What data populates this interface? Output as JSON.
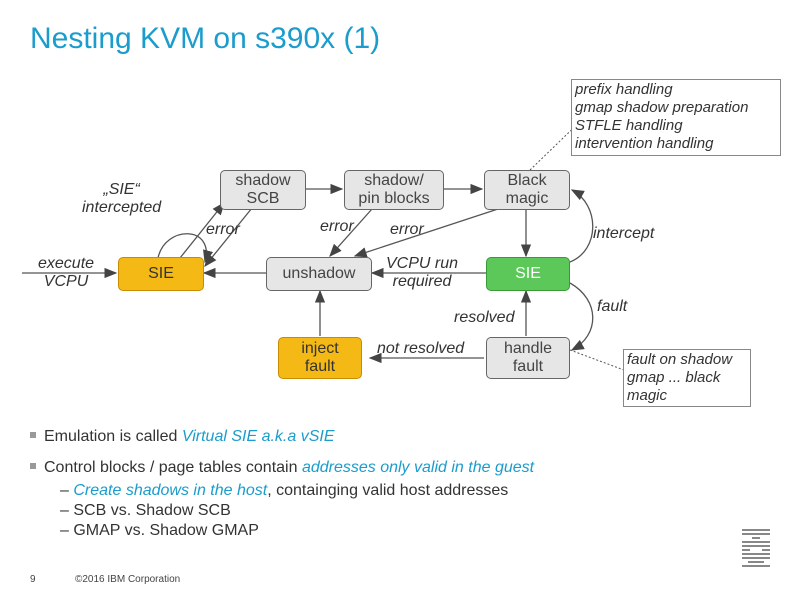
{
  "title": "Nesting KVM on s390x (1)",
  "diagram": {
    "nodes": {
      "sie_left": "SIE",
      "shadow_scb": "shadow\nSCB",
      "shadow_pin": "shadow/\npin blocks",
      "black_magic": "Black\nmagic",
      "unshadow": "unshadow",
      "sie_right": "SIE",
      "inject_fault": "inject\nfault",
      "handle_fault": "handle\nfault"
    },
    "edge_labels": {
      "execute_vcpu": "execute\nVCPU",
      "sie_intercepted": "„SIE“\nintercepted",
      "error1": "error",
      "error2": "error",
      "error3": "error",
      "vcpu_run_required": "VCPU run\nrequired",
      "intercept": "intercept",
      "fault": "fault",
      "resolved": "resolved",
      "not_resolved": "not resolved"
    },
    "notes": {
      "black_magic_note": "prefix handling\ngmap shadow preparation\nSTFLE handling\nintervention handling",
      "fault_note": "fault on shadow\ngmap ... black\nmagic"
    }
  },
  "bullets": {
    "b1_prefix": "Emulation is called ",
    "b1_highlight": "Virtual SIE a.k.a vSIE",
    "b2_prefix": "Control blocks / page tables contain ",
    "b2_highlight": "addresses only valid in the guest",
    "sub1_highlight": "Create shadows in the host",
    "sub1_rest": ", containging valid host addresses",
    "sub2": "– SCB vs. Shadow SCB",
    "sub3": "– GMAP vs. Shadow GMAP",
    "dash": "– "
  },
  "footer": {
    "page": "9",
    "copyright": "©2016 IBM Corporation"
  },
  "colors": {
    "title": "#1a9ccc",
    "sie_left": "#f5b915",
    "sie_right": "#5cc85a",
    "inject_fault": "#f5b915"
  }
}
